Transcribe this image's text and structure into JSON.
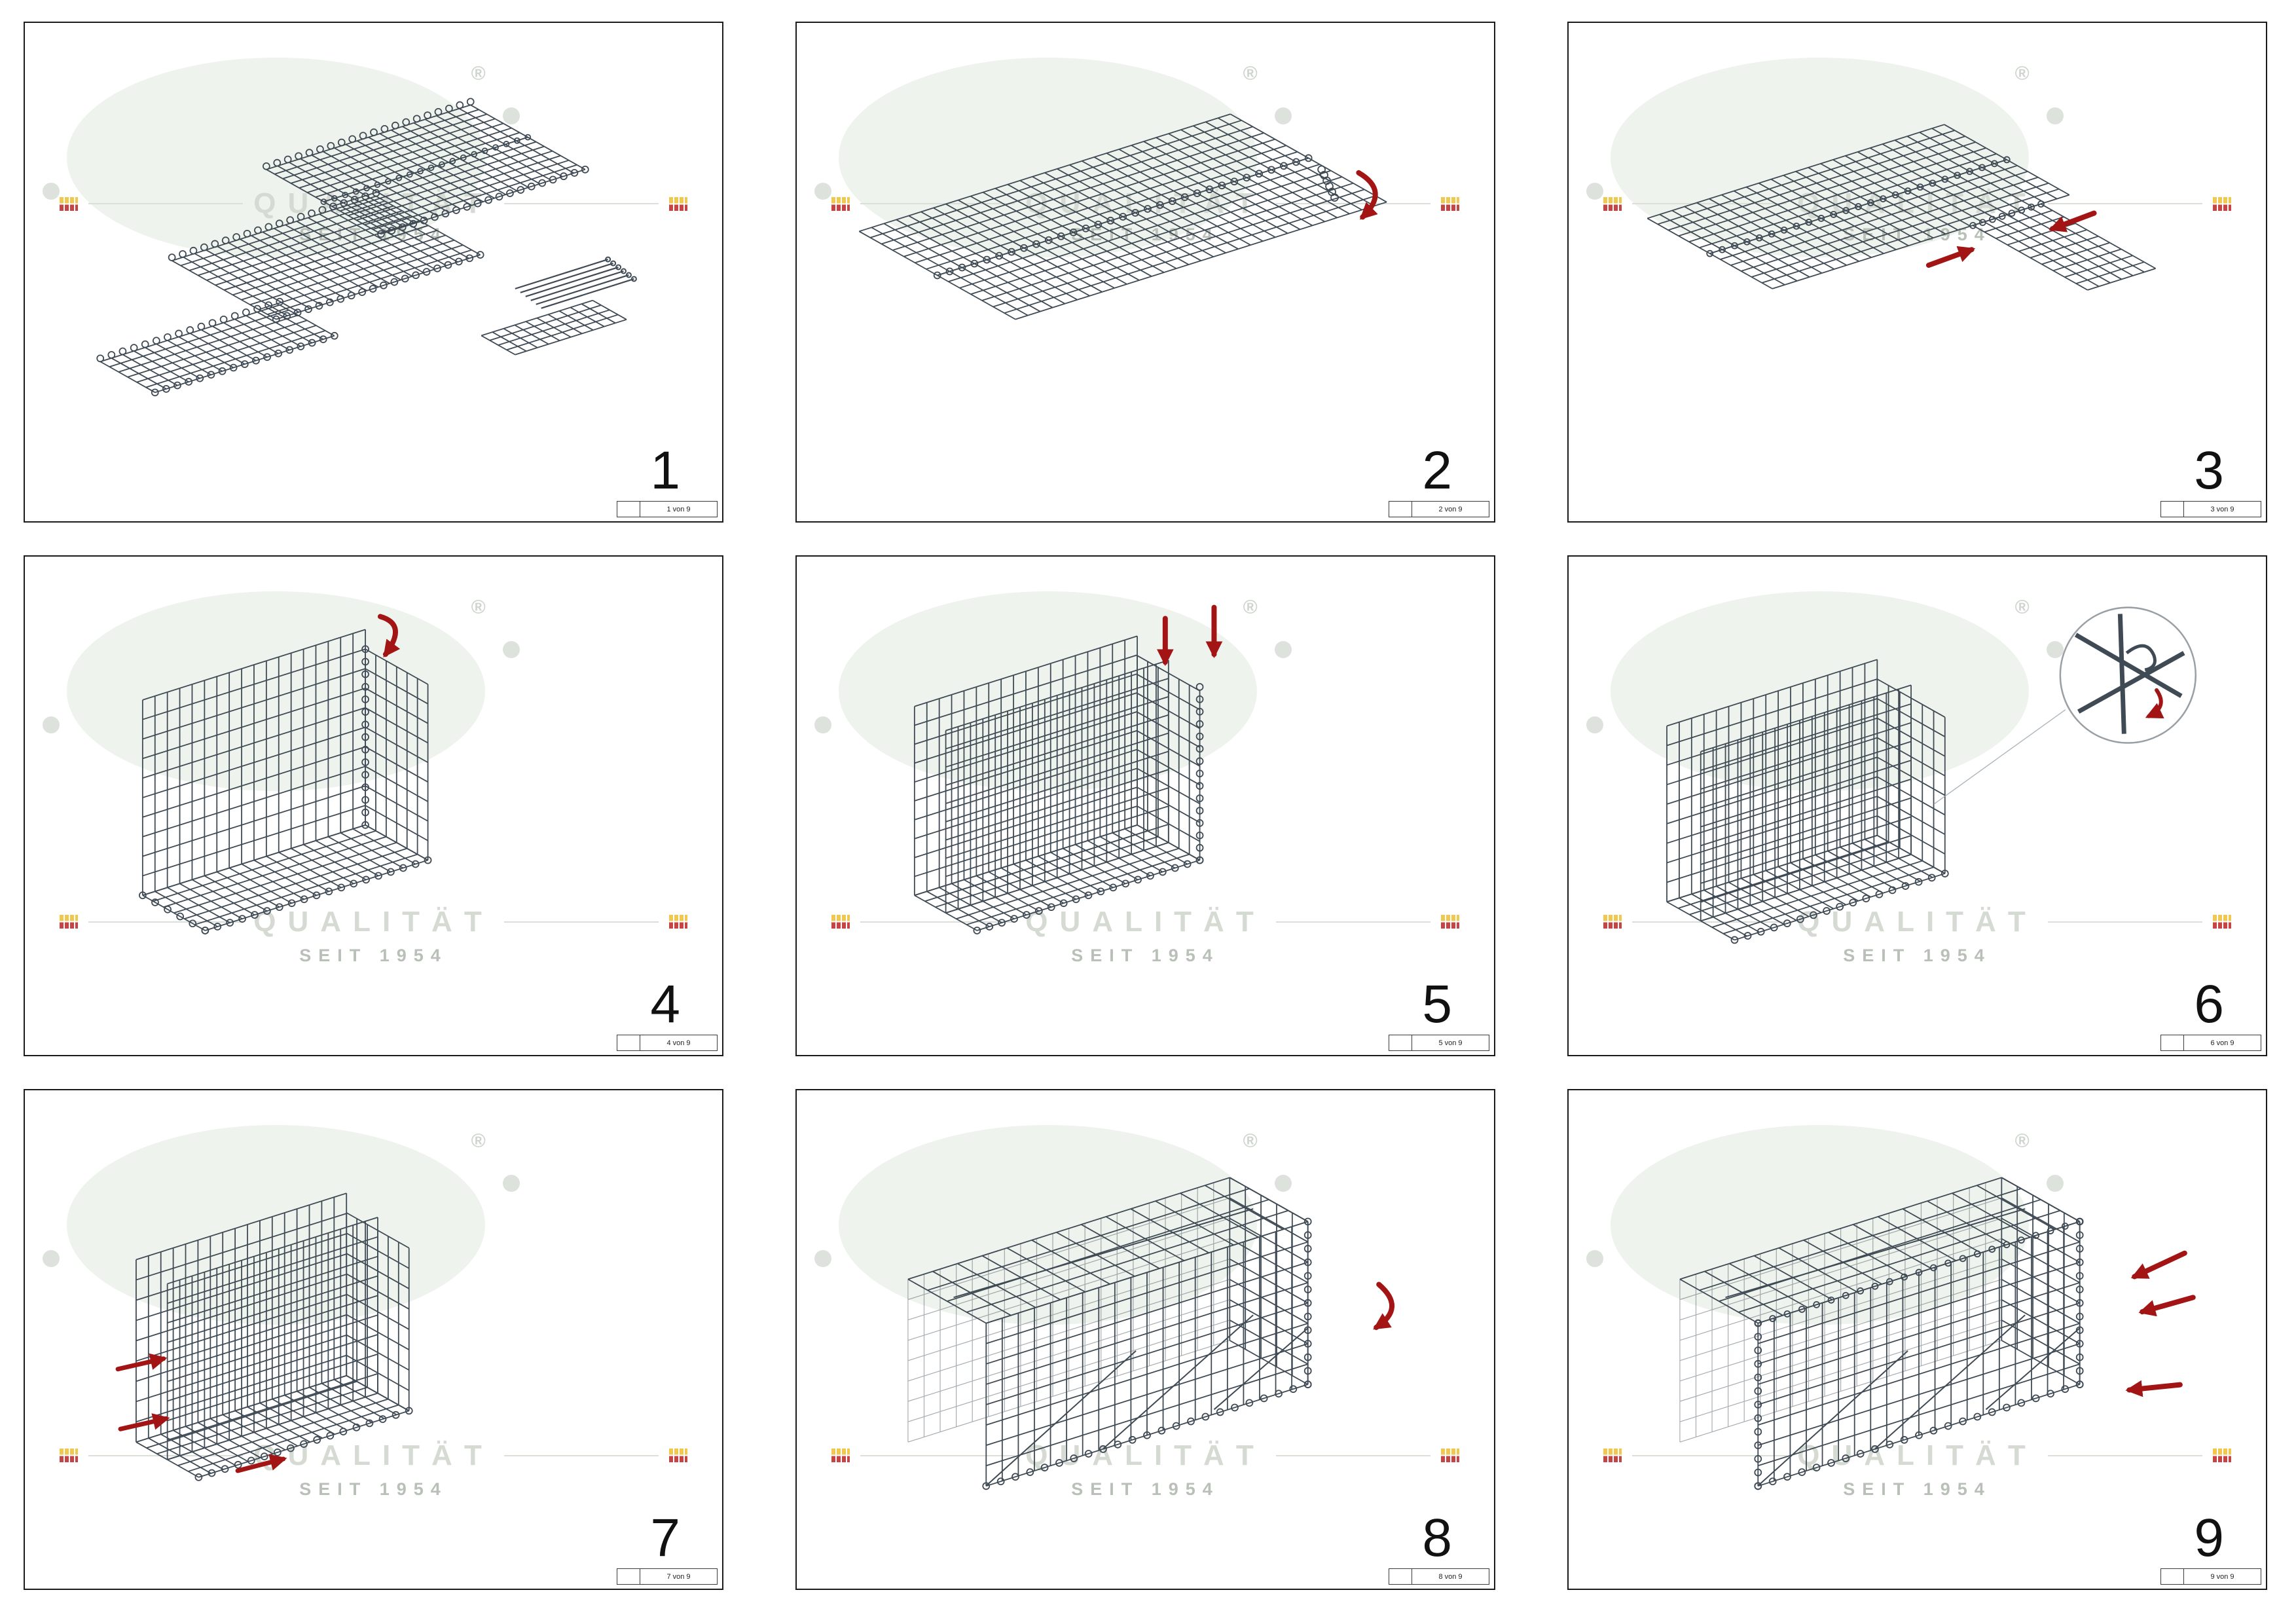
{
  "watermark": {
    "brand": "QUALITÄT",
    "since": "SEIT 1954",
    "registered": "®"
  },
  "colors": {
    "mesh": "#3f4a54",
    "accent_red": "#a31515",
    "watermark_text": "#d5dad3",
    "watermark_since": "#b9c0b8",
    "ellipse": "#eef3ed",
    "flag_yellow": "#f0c84f",
    "flag_red": "#c64444"
  },
  "steps": [
    {
      "number": "1",
      "sheet_label": "1 von 9",
      "figure": "flat-mesh-panels-and-spirals"
    },
    {
      "number": "2",
      "sheet_label": "2 von 9",
      "figure": "panels-joined-with-spiral"
    },
    {
      "number": "3",
      "sheet_label": "3 von 9",
      "figure": "side-panel-attached-flat"
    },
    {
      "number": "4",
      "sheet_label": "4 von 9",
      "figure": "back-and-side-walls-raised"
    },
    {
      "number": "5",
      "sheet_label": "5 von 9",
      "figure": "partition-walls-inserted"
    },
    {
      "number": "6",
      "sheet_label": "6 von 9",
      "figure": "spiral-connection-detail"
    },
    {
      "number": "7",
      "sheet_label": "7 von 9",
      "figure": "distance-hooks-inserted"
    },
    {
      "number": "8",
      "sheet_label": "8 von 9",
      "figure": "lid-attached-with-spiral"
    },
    {
      "number": "9",
      "sheet_label": "9 von 9",
      "figure": "finished-gabion-with-hooks"
    }
  ]
}
